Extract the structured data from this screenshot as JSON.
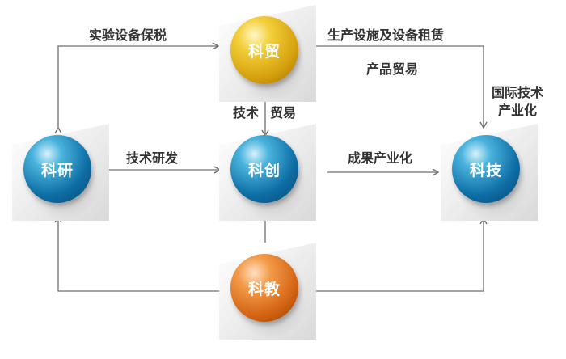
{
  "nodes": {
    "kemao": "科贸",
    "keyan": "科研",
    "kechuang": "科创",
    "keji": "科技",
    "kejiao": "科教"
  },
  "edges": {
    "bonded": "实验设备保税",
    "leasing": "生产设施及设备租赁",
    "product_trade": "产品贸易",
    "intl_industrialization": "国际技术\n产业化",
    "tech_trade_left": "技术",
    "tech_trade_right": "贸易",
    "tech_rd": "技术研发",
    "industrialization": "成果产业化"
  },
  "colors": {
    "blue": "#0e6ea6",
    "yellow": "#e2b21a",
    "orange": "#e07320",
    "line": "#6f6f6f",
    "text": "#333333"
  }
}
